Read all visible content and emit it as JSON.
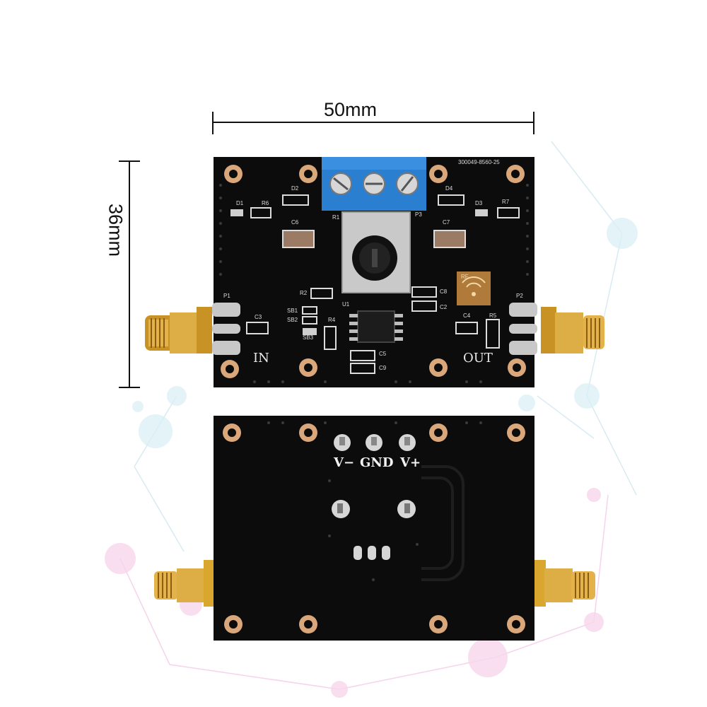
{
  "dimensions": {
    "width_label": "50mm",
    "height_label": "36mm"
  },
  "front_board": {
    "serial": "300049-8560-25",
    "components": {
      "D1": "D1",
      "D2": "D2",
      "D3": "D3",
      "D4": "D4",
      "R1": "R1",
      "R2": "R2",
      "R4": "R4",
      "R5": "R5",
      "R6": "R6",
      "R7": "R7",
      "C3": "C3",
      "C4": "C4",
      "C5": "C5",
      "C6": "C6",
      "C7": "C7",
      "C8": "C8",
      "C9": "C9",
      "C2": "C2",
      "P1": "P1",
      "P2": "P2",
      "P3": "P3",
      "U1": "U1",
      "SB1": "SB1",
      "SB2": "SB2",
      "SB3": "SB3",
      "RF": "RF"
    },
    "in_label": "IN",
    "out_label": "OUT"
  },
  "back_board": {
    "v_minus": "V−",
    "gnd": "GND",
    "v_plus": "V+"
  },
  "colors": {
    "pcb": "#0c0c0c",
    "gold": "#d7a32c",
    "terminal_blue": "#2b7fd0",
    "pad": "#c8c8c8",
    "copper_hole": "#d8a87a"
  }
}
